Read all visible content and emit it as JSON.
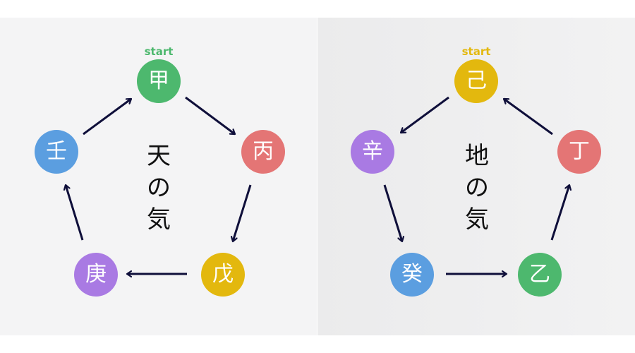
{
  "heaven": {
    "title": "天の気",
    "start_label": "start",
    "start_color": "#4db86e",
    "nodes": [
      {
        "label": "甲",
        "color": "#4db86e"
      },
      {
        "label": "丙",
        "color": "#e47575"
      },
      {
        "label": "戊",
        "color": "#e3b80e"
      },
      {
        "label": "庚",
        "color": "#a97ae3"
      },
      {
        "label": "壬",
        "color": "#5b9ee0"
      }
    ]
  },
  "earth": {
    "title": "地の気",
    "start_label": "start",
    "start_color": "#e3b80e",
    "nodes": [
      {
        "label": "己",
        "color": "#e3b80e"
      },
      {
        "label": "辛",
        "color": "#a97ae3"
      },
      {
        "label": "癸",
        "color": "#5b9ee0"
      },
      {
        "label": "乙",
        "color": "#4db86e"
      },
      {
        "label": "丁",
        "color": "#e47575"
      }
    ]
  },
  "arrow_color": "#0f0f3a"
}
